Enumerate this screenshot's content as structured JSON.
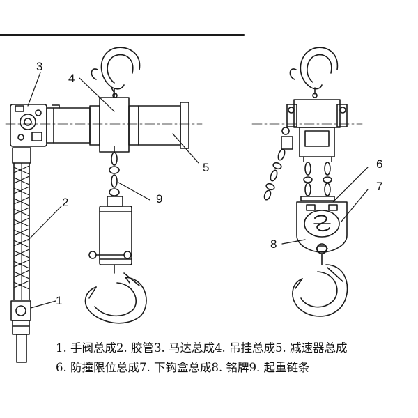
{
  "callouts": [
    "1",
    "2",
    "3",
    "4",
    "5",
    "6",
    "7",
    "8",
    "9"
  ],
  "legend": {
    "line1": "1. 手阀总成2. 胶管3. 马达总成4. 吊挂总成5. 减速器总成",
    "line2": "6. 防撞限位总成7. 下钩盒总成8. 铭牌9. 起重链条"
  }
}
